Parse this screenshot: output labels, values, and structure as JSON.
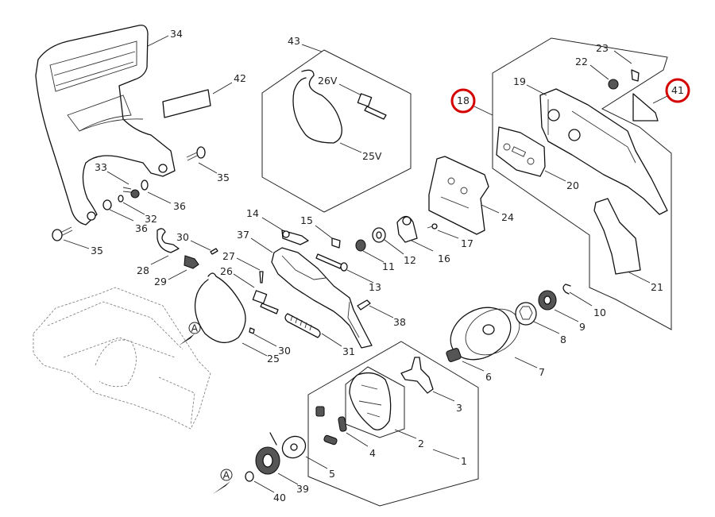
{
  "diagram": {
    "title": "Chainsaw clutch, chain brake and sprocket cover exploded parts diagram",
    "highlight_color": "#d40000",
    "highlighted_callouts": [
      "18",
      "41"
    ],
    "reference_marker": "A",
    "callouts": [
      {
        "id": "1",
        "label": "1"
      },
      {
        "id": "2",
        "label": "2"
      },
      {
        "id": "3",
        "label": "3"
      },
      {
        "id": "4",
        "label": "4"
      },
      {
        "id": "5",
        "label": "5"
      },
      {
        "id": "6",
        "label": "6"
      },
      {
        "id": "7",
        "label": "7"
      },
      {
        "id": "8",
        "label": "8"
      },
      {
        "id": "9",
        "label": "9"
      },
      {
        "id": "10",
        "label": "10"
      },
      {
        "id": "11",
        "label": "11"
      },
      {
        "id": "12",
        "label": "12"
      },
      {
        "id": "13",
        "label": "13"
      },
      {
        "id": "14",
        "label": "14"
      },
      {
        "id": "15",
        "label": "15"
      },
      {
        "id": "16",
        "label": "16"
      },
      {
        "id": "17",
        "label": "17"
      },
      {
        "id": "18",
        "label": "18"
      },
      {
        "id": "19",
        "label": "19"
      },
      {
        "id": "20",
        "label": "20"
      },
      {
        "id": "21",
        "label": "21"
      },
      {
        "id": "22",
        "label": "22"
      },
      {
        "id": "23",
        "label": "23"
      },
      {
        "id": "24",
        "label": "24"
      },
      {
        "id": "25",
        "label": "25"
      },
      {
        "id": "25V",
        "label": "25V"
      },
      {
        "id": "26",
        "label": "26"
      },
      {
        "id": "26V",
        "label": "26V"
      },
      {
        "id": "27",
        "label": "27"
      },
      {
        "id": "28",
        "label": "28"
      },
      {
        "id": "29",
        "label": "29"
      },
      {
        "id": "30a",
        "label": "30"
      },
      {
        "id": "30b",
        "label": "30"
      },
      {
        "id": "31",
        "label": "31"
      },
      {
        "id": "32",
        "label": "32"
      },
      {
        "id": "33",
        "label": "33"
      },
      {
        "id": "34",
        "label": "34"
      },
      {
        "id": "35a",
        "label": "35"
      },
      {
        "id": "35b",
        "label": "35"
      },
      {
        "id": "36a",
        "label": "36"
      },
      {
        "id": "36b",
        "label": "36"
      },
      {
        "id": "37",
        "label": "37"
      },
      {
        "id": "38",
        "label": "38"
      },
      {
        "id": "39",
        "label": "39"
      },
      {
        "id": "40",
        "label": "40"
      },
      {
        "id": "41",
        "label": "41"
      },
      {
        "id": "42",
        "label": "42"
      },
      {
        "id": "43",
        "label": "43"
      }
    ]
  }
}
